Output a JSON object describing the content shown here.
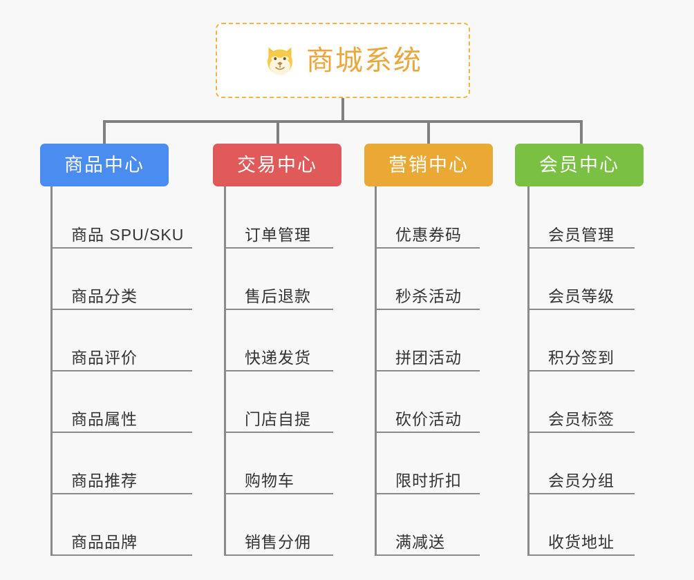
{
  "page": {
    "background_color": "#f8f8f8",
    "line_color": "#808080",
    "leaf_line_color": "#8a8a8a",
    "leaf_text_color": "#333333"
  },
  "root": {
    "title": "商城系统",
    "icon": "shiba-dog-face-icon",
    "text_color": "#e9a73c",
    "border_color": "#f2b544",
    "background_color": "#ffffff"
  },
  "categories": [
    {
      "label": "商品中心",
      "color": "#4a8cf0",
      "items": [
        "商品 SPU/SKU",
        "商品分类",
        "商品评价",
        "商品属性",
        "商品推荐",
        "商品品牌"
      ]
    },
    {
      "label": "交易中心",
      "color": "#e15a5a",
      "items": [
        "订单管理",
        "售后退款",
        "快递发货",
        "门店自提",
        "购物车",
        "销售分佣"
      ]
    },
    {
      "label": "营销中心",
      "color": "#eaa935",
      "items": [
        "优惠券码",
        "秒杀活动",
        "拼团活动",
        "砍价活动",
        "限时折扣",
        "满减送"
      ]
    },
    {
      "label": "会员中心",
      "color": "#7ac143",
      "items": [
        "会员管理",
        "会员等级",
        "积分签到",
        "会员标签",
        "会员分组",
        "收货地址"
      ]
    }
  ]
}
